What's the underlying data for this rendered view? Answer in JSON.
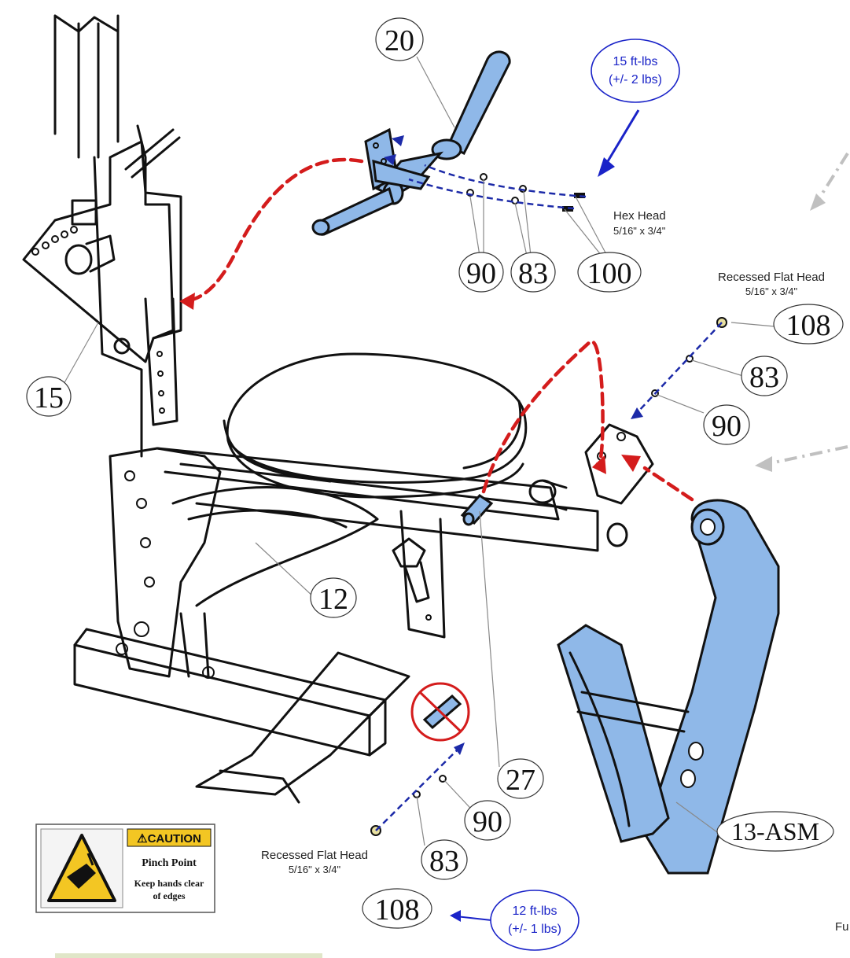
{
  "callouts": {
    "c20": "20",
    "c90_top": "90",
    "c83_top": "83",
    "c100": "100",
    "c108_right": "108",
    "c83_right": "83",
    "c90_right": "90",
    "c15": "15",
    "c12": "12",
    "c27": "27",
    "c90_bottom": "90",
    "c83_bottom": "83",
    "c108_bottom": "108",
    "c13asm": "13-ASM"
  },
  "notes": {
    "hex_head_title": "Hex Head",
    "hex_head_size": "5/16\" x 3/4\"",
    "recessed_right_title": "Recessed Flat Head",
    "recessed_right_size": "5/16\" x 3/4\"",
    "recessed_bottom_title": "Recessed Flat Head",
    "recessed_bottom_size": "5/16\" x 3/4\"",
    "edge_fragment": "Fu"
  },
  "torque": {
    "top_line1": "15 ft-lbs",
    "top_line2": "(+/- 2 lbs)",
    "bottom_line1": "12 ft-lbs",
    "bottom_line2": "(+/- 1 lbs)"
  },
  "caution": {
    "header": "CAUTION",
    "title": "Pinch Point",
    "line1": "Keep hands clear",
    "line2": "of edges"
  },
  "colors": {
    "part_blue": "#8fb8e8",
    "assembly_red": "#d41c1c",
    "hardware_blue": "#1c2aa8",
    "torque_blue": "#1a23c8",
    "caution_yellow": "#f3c623"
  }
}
